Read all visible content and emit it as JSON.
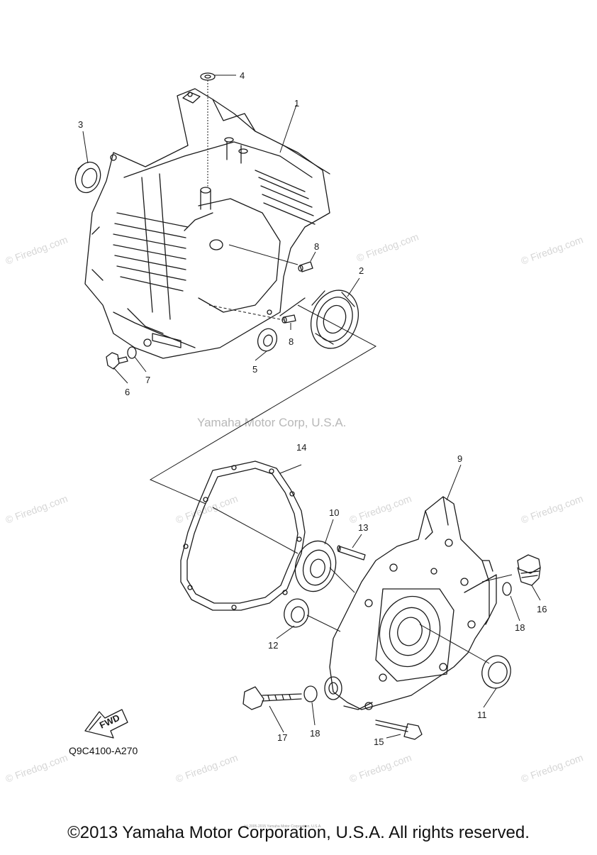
{
  "callouts": {
    "c1": "1",
    "c2": "2",
    "c3": "3",
    "c4": "4",
    "c5": "5",
    "c6": "6",
    "c7": "7",
    "c8a": "8",
    "c8b": "8",
    "c9": "9",
    "c10": "10",
    "c11": "11",
    "c12": "12",
    "c13": "13",
    "c14": "14",
    "c15": "15",
    "c16": "16",
    "c17": "17",
    "c18a": "18",
    "c18b": "18"
  },
  "fwd_label": "FWD",
  "diagram_code": "Q9C4100-A270",
  "watermark_center": "Yamaha Motor Corp, U.S.A.",
  "watermark_site": "© Firedog.com",
  "fine_print": "(c) 2005-2015 Yamaha Motor Corporation, U.S.A.",
  "copyright": "©2013 Yamaha Motor Corporation, U.S.A. All rights reserved."
}
